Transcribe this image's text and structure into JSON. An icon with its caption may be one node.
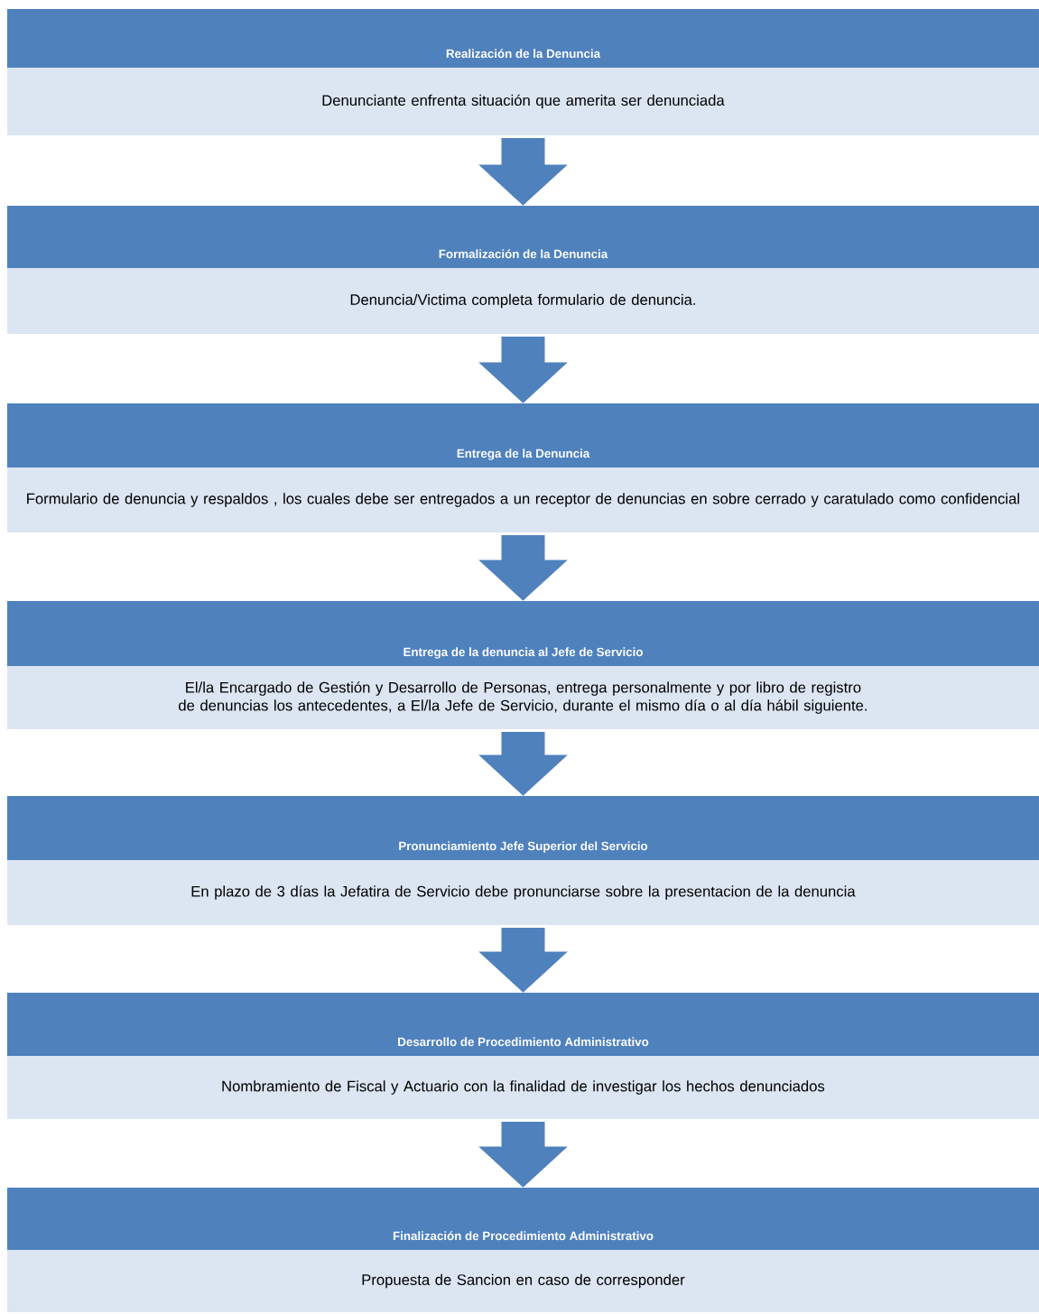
{
  "diagram": {
    "nodes": [
      {
        "text": [
          "Realización de la Denuncia",
          "Denunciante enfrenta situación que amerita ser denunciada"
        ]
      },
      {
        "text": [
          "Formalización de la Denuncia",
          "Denuncia/Victima completa formulario de denuncia."
        ]
      },
      {
        "text": [
          "Entrega de la Denuncia",
          "Formulario de denuncia y respaldos , los cuales debe ser entregados a un receptor de denuncias en sobre cerrado y caratulado como confidencial"
        ]
      },
      {
        "text": [
          "Entrega de la denuncia al Jefe de Servicio",
          "El/la Encargado de Gestión y Desarrollo de Personas, entrega personalmente y por libro de registro de denuncias los antecedentes, a El/la Jefe de Servicio, durante el mismo día o al día hábil siguiente."
        ]
      },
      {
        "text": [
          "Pronunciamiento Jefe Superior del Servicio",
          "En plazo de 3 días la Jefatira de Servicio debe pronunciarse sobre la presentacion de la denuncia"
        ]
      },
      {
        "text": [
          "Desarrollo de Procedimiento Administrativo",
          "Nombramiento de Fiscal y Actuario con la finalidad de investigar los hechos denunciados"
        ]
      },
      {
        "text": [
          "Finalización de Procedimiento Administrativo",
          "Propuesta de Sancion en caso de corresponder"
        ]
      }
    ],
    "edges": [
      {
        "from": 0,
        "to": 1,
        "arrow": "to"
      },
      {
        "from": 1,
        "to": 2,
        "arrow": "to"
      },
      {
        "from": 2,
        "to": 3,
        "arrow": "to"
      },
      {
        "from": 3,
        "to": 4,
        "arrow": "to"
      },
      {
        "from": 4,
        "to": 5,
        "arrow": "to"
      },
      {
        "from": 5,
        "to": 6,
        "arrow": "to"
      }
    ]
  }
}
